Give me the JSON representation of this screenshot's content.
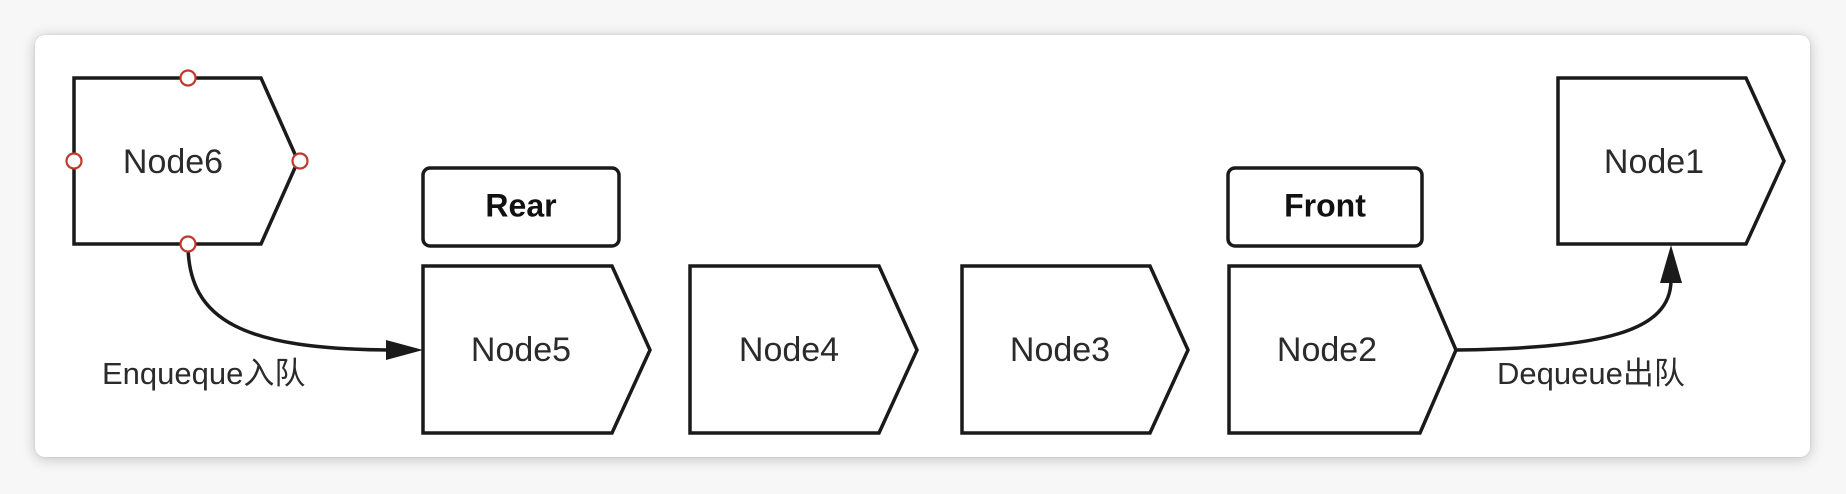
{
  "diagram": {
    "nodes": [
      {
        "label": "Node6"
      },
      {
        "label": "Node5"
      },
      {
        "label": "Node4"
      },
      {
        "label": "Node3"
      },
      {
        "label": "Node2"
      },
      {
        "label": "Node1"
      }
    ],
    "pointers": {
      "rear": "Rear",
      "front": "Front"
    },
    "operations": {
      "enqueue": "Enqueque入队",
      "dequeue": "Dequeue出队"
    },
    "selected_node": "Node6"
  },
  "colors": {
    "stroke": "#1a1a1a",
    "handle": "#c0392b",
    "card": "#ffffff",
    "text": "#2b2b2b"
  }
}
